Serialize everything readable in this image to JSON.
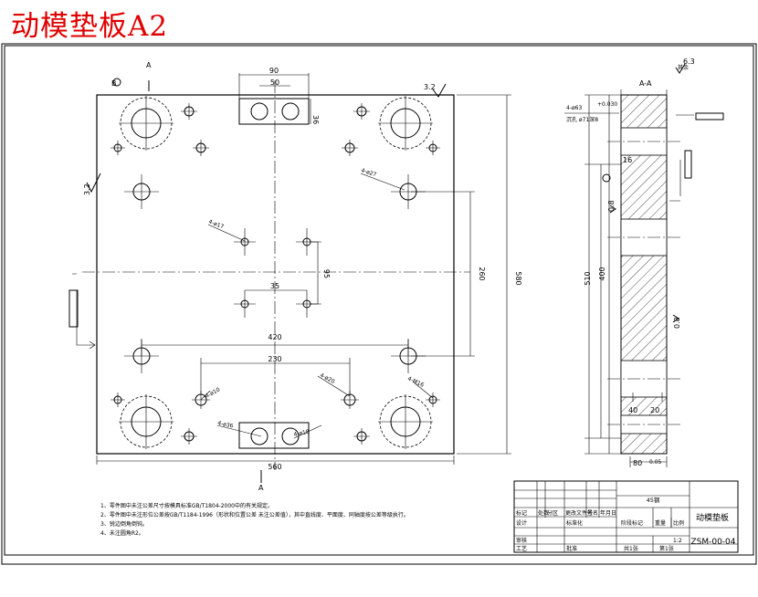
{
  "title": "动模垫板A2",
  "section_labels": {
    "top": "A",
    "bottom": "A",
    "side": "A-A"
  },
  "dims": {
    "d90": "90",
    "d50": "50",
    "d36": "36",
    "d35": "35",
    "d420": "420",
    "d230": "230",
    "d560": "560",
    "d580": "580",
    "d260": "260",
    "d95": "95",
    "d510": "510",
    "d400": "400",
    "d16": "16",
    "d40": "40",
    "d80": "80",
    "d20": "20",
    "d005": "0.05"
  },
  "callouts": {
    "phi27": "4-ø27",
    "phi17": "4-ø17",
    "phi10": "4-ø10",
    "phi20": "4-ø20",
    "m16": "4-M16",
    "phi36": "4-ø36",
    "phi18": "4-ø18",
    "section_hole": "4-ø63",
    "section_tol": "+0.030",
    "section_tol2": "0",
    "section_note": "沉孔 ø71深8"
  },
  "roughness": {
    "r32a": "3.2",
    "r32b": "3.2",
    "r08a": "0.8",
    "r08b": "0.8",
    "r63": "6.3",
    "rest": "其余"
  },
  "notes": [
    "1、零件图中未注公差尺寸按模具标准GB/T1804-2000中的有关规定。",
    "2、零件图中未注形位公差按GB/T1184-1996（形状和位置公差 未注公差值），其中直线度、平面度、同轴度按公差等级执行。",
    "3、锐边倒角倒钝。",
    "4、未注圆角R2。"
  ],
  "title_block": {
    "material": "45钢",
    "part_name": "动模垫板",
    "drawing_no": "ZSM-00-04",
    "h_mark": "标记",
    "h_count": "处数",
    "h_zone": "分区",
    "h_doc": "更改文件号",
    "h_sign": "签名",
    "h_date": "年月日",
    "design": "设计",
    "std": "标准化",
    "stage": "阶段标记",
    "weight": "重量",
    "scale": "比例",
    "scale_val": "1:2",
    "review": "审核",
    "process": "工艺",
    "approve": "批准",
    "sheets": "共1张",
    "sheet": "第1张"
  }
}
